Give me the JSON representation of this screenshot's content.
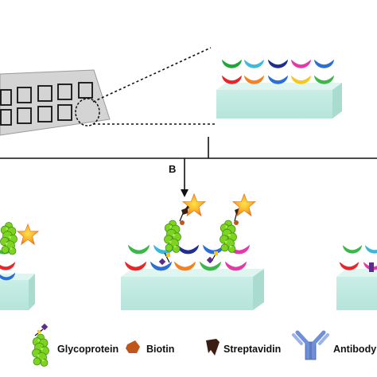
{
  "step_label": "B",
  "legend": [
    {
      "label": "Glycoprotein",
      "icon": "glycoprotein-icon"
    },
    {
      "label": "Biotin",
      "icon": "biotin-icon"
    },
    {
      "label": "Streptavidin",
      "icon": "streptavidin-icon"
    },
    {
      "label": "Antibody",
      "icon": "antibody-icon"
    }
  ],
  "colors": {
    "lectin_palette": [
      "#1fa83a",
      "#39b8d9",
      "#1f2f8f",
      "#e33aa8",
      "#3cb84a",
      "#e8262a",
      "#f58220",
      "#2b6fd6"
    ],
    "slab_top": "#d9f2ec",
    "slab_front": "#bfe8df",
    "glycoprotein": "#7ed321",
    "biotin": "#c0561b",
    "streptavidin": "#3a1e14",
    "star_outer": "#f59a1d",
    "star_inner": "#ffd23a"
  }
}
